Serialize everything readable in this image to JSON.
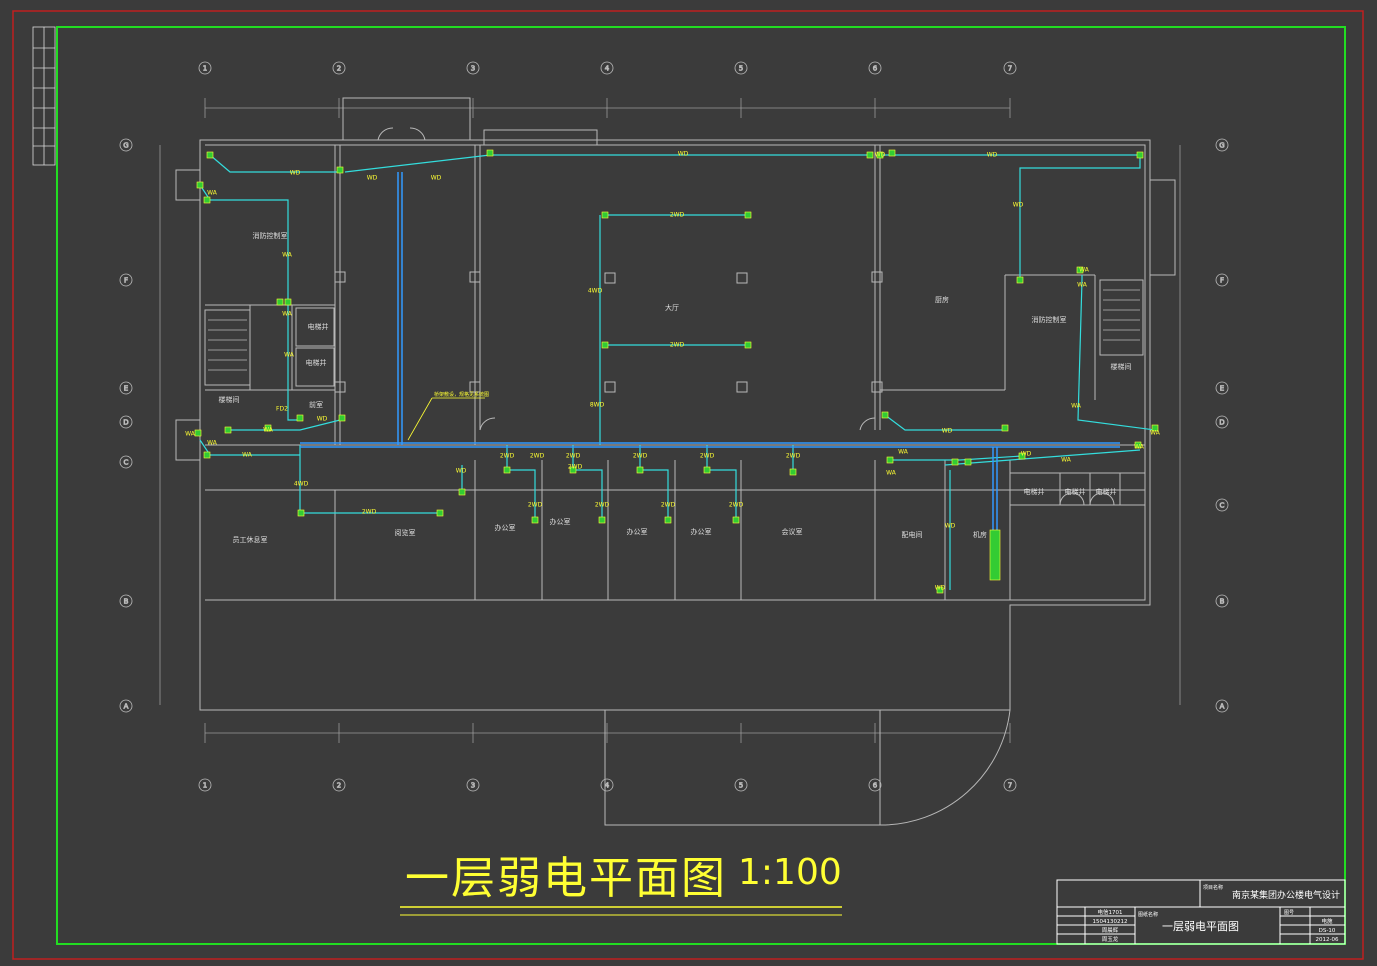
{
  "drawing": {
    "title": "一层弱电平面图",
    "scale": "1:100",
    "colors": {
      "background": "#3b3b3b",
      "outer_border": "#c02020",
      "frame": "#22dd22",
      "walls": "#b8b8b8",
      "cable": "#33dddd",
      "trunk": "#3399ff",
      "label": "#ffff33",
      "device": "#33cc33",
      "grid_text": "#cfcfcf"
    }
  },
  "grid_labels": {
    "columns": [
      "1",
      "2",
      "3",
      "4",
      "5",
      "6",
      "7"
    ],
    "rows": [
      "G",
      "F",
      "E",
      "D",
      "C",
      "B",
      "A"
    ]
  },
  "room_labels": [
    "消防控制室",
    "电梯井",
    "电梯井",
    "楼梯间",
    "前室",
    "大厅",
    "厨房",
    "消防控制室",
    "楼梯间",
    "电梯井",
    "电梯井",
    "电梯井",
    "员工休息室",
    "阅览室",
    "办公室",
    "办公室",
    "办公室",
    "办公室",
    "会议室",
    "配电间",
    "机房"
  ],
  "cable_labels": [
    "WD",
    "WD",
    "WD",
    "WA",
    "WA",
    "2WD",
    "2WD",
    "4WD",
    "2WD",
    "2WD",
    "8WD",
    "WD",
    "WD",
    "WD",
    "WA",
    "WA",
    "WD",
    "WA",
    "WA",
    "FD2",
    "WA",
    "WD",
    "WA",
    "WA",
    "4WD",
    "2WD",
    "WD",
    "2WD",
    "2WD",
    "2WD",
    "2WD",
    "2WD",
    "2WD",
    "2WD",
    "2WD",
    "2WD",
    "WA",
    "WD",
    "WA",
    "WD",
    "WA",
    "WD",
    "WD",
    "WA",
    "WA",
    "WA",
    "WA"
  ],
  "notes": {
    "trunk_note": "桥架敷设，规格见系统图"
  },
  "title_block": {
    "project": "南京某集团办公楼电气设计",
    "drawing_name": "一层弱电平面图",
    "project_label": "项目名称",
    "drawing_label": "图纸名称",
    "drawing_no_label": "图号",
    "rows": [
      "电信1701",
      "1504130212",
      "周晨辉",
      "周玉龙"
    ],
    "right_rows": [
      "电施",
      "DS-10",
      "2012-06"
    ]
  }
}
